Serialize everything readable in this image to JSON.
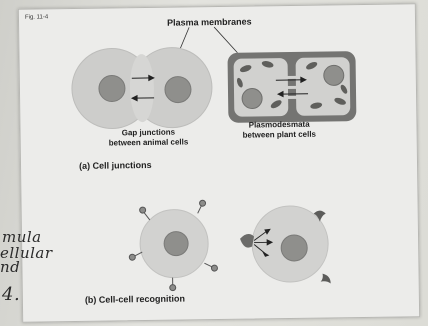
{
  "figure": {
    "fig_label": "Fig. 11-4",
    "plasma_membranes_label": "Plasma membranes",
    "gap_junctions_line1": "Gap junctions",
    "gap_junctions_line2": "between animal cells",
    "plasmodesmata_line1": "Plasmodesmata",
    "plasmodesmata_line2": "between plant cells",
    "panel_a_caption": "(a) Cell junctions",
    "panel_b_caption": "(b) Cell-cell recognition"
  },
  "handwriting": {
    "line1": "mula",
    "line2": "ellular",
    "line3": "nd",
    "line4": "4."
  },
  "colors": {
    "animal_cell_fill": "#c9c9c7",
    "nucleus_fill": "#8f8f8c",
    "plant_wall": "#7a7a78",
    "chloroplast": "#5f5f5c"
  }
}
